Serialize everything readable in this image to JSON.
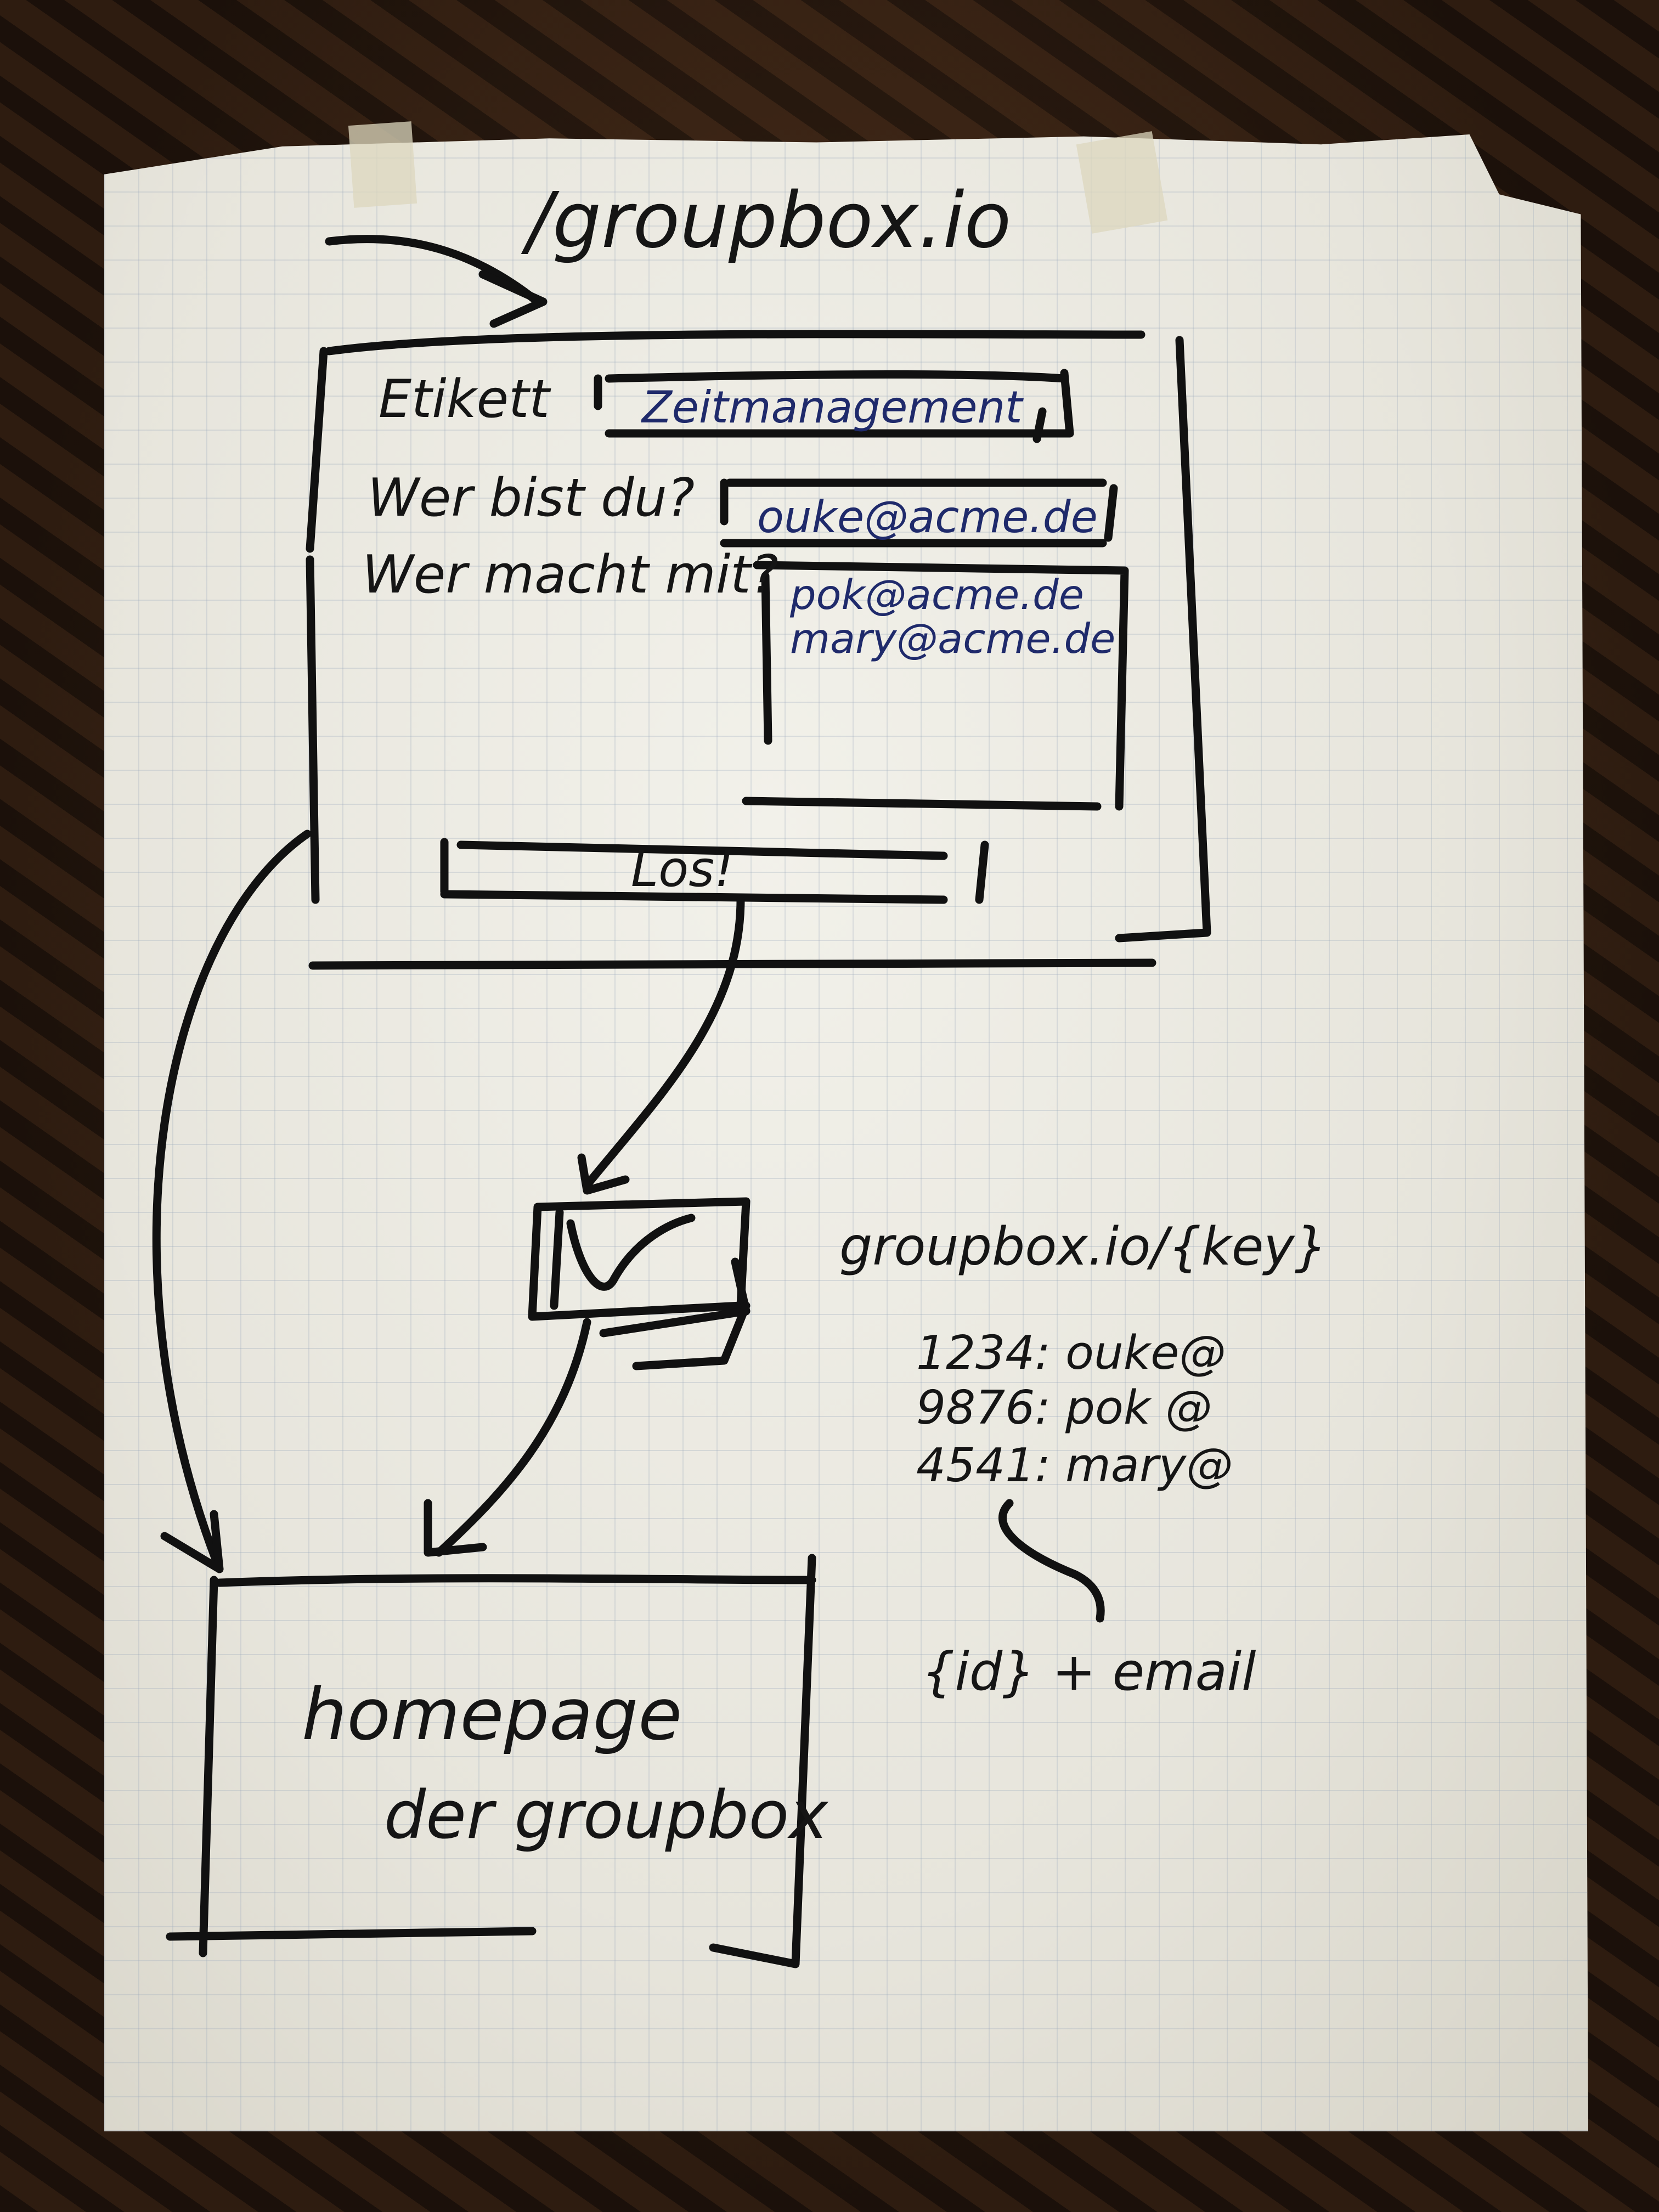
{
  "title": "/groupbox.io",
  "form": {
    "label_field": "Etikett",
    "label_value": "Zeitmanagement",
    "who_question": "Wer bist du?",
    "who_value": "ouke@acme.de",
    "with_question": "Wer macht mit?",
    "with_values": [
      "pok@acme.de",
      "mary@acme.de"
    ],
    "button": "Los!"
  },
  "url_pattern": "groupbox.io/{key}",
  "mappings": [
    "1234: ouke@",
    "9876: pok @",
    "4541: mary@"
  ],
  "id_email": "{id} + email",
  "homepage": [
    "homepage",
    "der groupbox"
  ]
}
